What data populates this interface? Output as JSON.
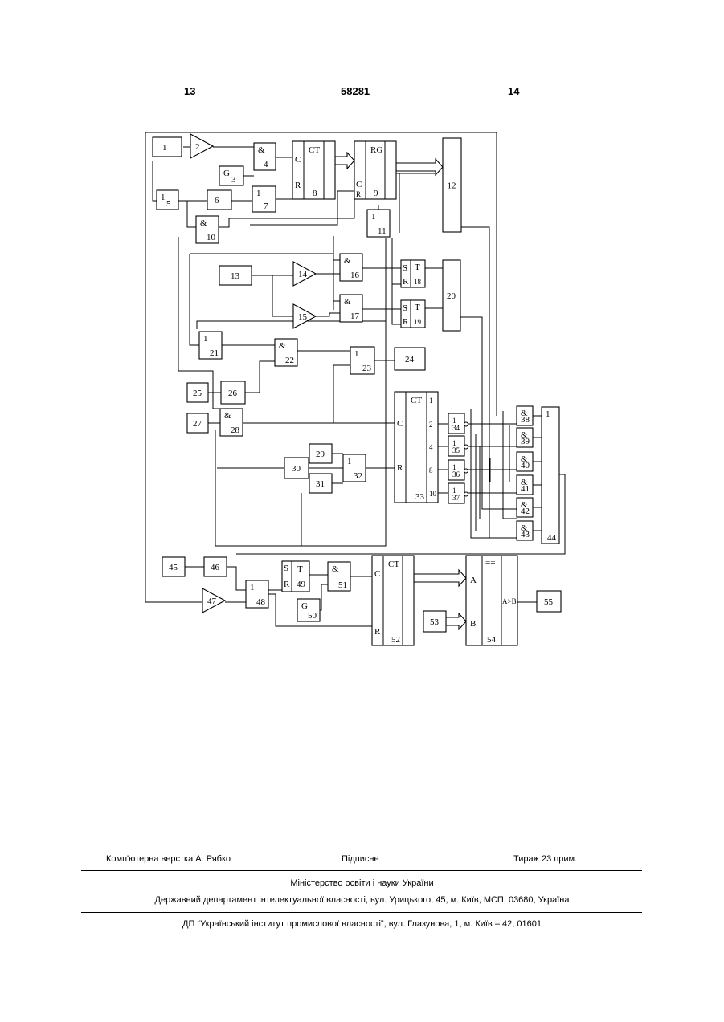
{
  "header": {
    "left_page": "13",
    "patent_number": "58281",
    "right_page": "14"
  },
  "diagram": {
    "blocks": [
      {
        "id": "b1",
        "num": "1",
        "sym": ""
      },
      {
        "id": "b2",
        "num": "2",
        "sym": ""
      },
      {
        "id": "b3",
        "num": "3",
        "sym": "G"
      },
      {
        "id": "b4",
        "num": "4",
        "sym": "&"
      },
      {
        "id": "b5",
        "num": "5",
        "sym": "1"
      },
      {
        "id": "b6",
        "num": "6",
        "sym": ""
      },
      {
        "id": "b7",
        "num": "7",
        "sym": "1"
      },
      {
        "id": "b8",
        "num": "8",
        "sym": "CT"
      },
      {
        "id": "b9",
        "num": "9",
        "sym": "RG"
      },
      {
        "id": "b10",
        "num": "10",
        "sym": "&"
      },
      {
        "id": "b11",
        "num": "11",
        "sym": "1"
      },
      {
        "id": "b12",
        "num": "12",
        "sym": ""
      },
      {
        "id": "b13",
        "num": "13",
        "sym": ""
      },
      {
        "id": "b14",
        "num": "14",
        "sym": ""
      },
      {
        "id": "b15",
        "num": "15",
        "sym": ""
      },
      {
        "id": "b16",
        "num": "16",
        "sym": "&"
      },
      {
        "id": "b17",
        "num": "17",
        "sym": "&"
      },
      {
        "id": "b18",
        "num": "18",
        "sym": "T"
      },
      {
        "id": "b19",
        "num": "19",
        "sym": "T"
      },
      {
        "id": "b20",
        "num": "20",
        "sym": ""
      },
      {
        "id": "b21",
        "num": "21",
        "sym": "1"
      },
      {
        "id": "b22",
        "num": "22",
        "sym": "&"
      },
      {
        "id": "b23",
        "num": "23",
        "sym": "1"
      },
      {
        "id": "b24",
        "num": "24",
        "sym": ""
      },
      {
        "id": "b25",
        "num": "25",
        "sym": ""
      },
      {
        "id": "b26",
        "num": "26",
        "sym": ""
      },
      {
        "id": "b27",
        "num": "27",
        "sym": ""
      },
      {
        "id": "b28",
        "num": "28",
        "sym": "&"
      },
      {
        "id": "b29",
        "num": "29",
        "sym": ""
      },
      {
        "id": "b30",
        "num": "30",
        "sym": ""
      },
      {
        "id": "b31",
        "num": "31",
        "sym": ""
      },
      {
        "id": "b32",
        "num": "32",
        "sym": "1"
      },
      {
        "id": "b33",
        "num": "33",
        "sym": "CT"
      },
      {
        "id": "b34",
        "num": "34",
        "sym": "1"
      },
      {
        "id": "b35",
        "num": "35",
        "sym": "1"
      },
      {
        "id": "b36",
        "num": "36",
        "sym": "1"
      },
      {
        "id": "b37",
        "num": "37",
        "sym": "1"
      },
      {
        "id": "b38",
        "num": "38",
        "sym": "&"
      },
      {
        "id": "b39",
        "num": "39",
        "sym": "&"
      },
      {
        "id": "b40",
        "num": "40",
        "sym": "&"
      },
      {
        "id": "b41",
        "num": "41",
        "sym": "&"
      },
      {
        "id": "b42",
        "num": "42",
        "sym": "&"
      },
      {
        "id": "b43",
        "num": "43",
        "sym": "&"
      },
      {
        "id": "b44",
        "num": "44",
        "sym": "1"
      },
      {
        "id": "b45",
        "num": "45",
        "sym": ""
      },
      {
        "id": "b46",
        "num": "46",
        "sym": ""
      },
      {
        "id": "b47",
        "num": "47",
        "sym": ""
      },
      {
        "id": "b48",
        "num": "48",
        "sym": "1"
      },
      {
        "id": "b49",
        "num": "49",
        "sym": "T"
      },
      {
        "id": "b50",
        "num": "50",
        "sym": "G"
      },
      {
        "id": "b51",
        "num": "51",
        "sym": "&"
      },
      {
        "id": "b52",
        "num": "52",
        "sym": "CT"
      },
      {
        "id": "b53",
        "num": "53",
        "sym": ""
      },
      {
        "id": "b54",
        "num": "54",
        "sym": "=="
      },
      {
        "id": "b55",
        "num": "55",
        "sym": ""
      }
    ],
    "pin_labels": {
      "c": "C",
      "r": "R",
      "s": "S",
      "ct33_outputs": [
        "1",
        "2",
        "4",
        "8",
        "10"
      ],
      "comp_a": "A",
      "comp_b": "B",
      "comp_out": "A>B"
    }
  },
  "footer": {
    "typesetting": "Комп'ютерна верстка А. Рябко",
    "signed": "Підписне",
    "circulation": "Тираж 23 прим.",
    "ministry": "Міністерство освіти і науки України",
    "department": "Державний департамент інтелектуальної власності, вул. Урицького, 45, м. Київ, МСП, 03680, Україна",
    "institute": "ДП “Український інститут промислової власності”, вул. Глазунова, 1, м. Київ – 42, 01601"
  }
}
